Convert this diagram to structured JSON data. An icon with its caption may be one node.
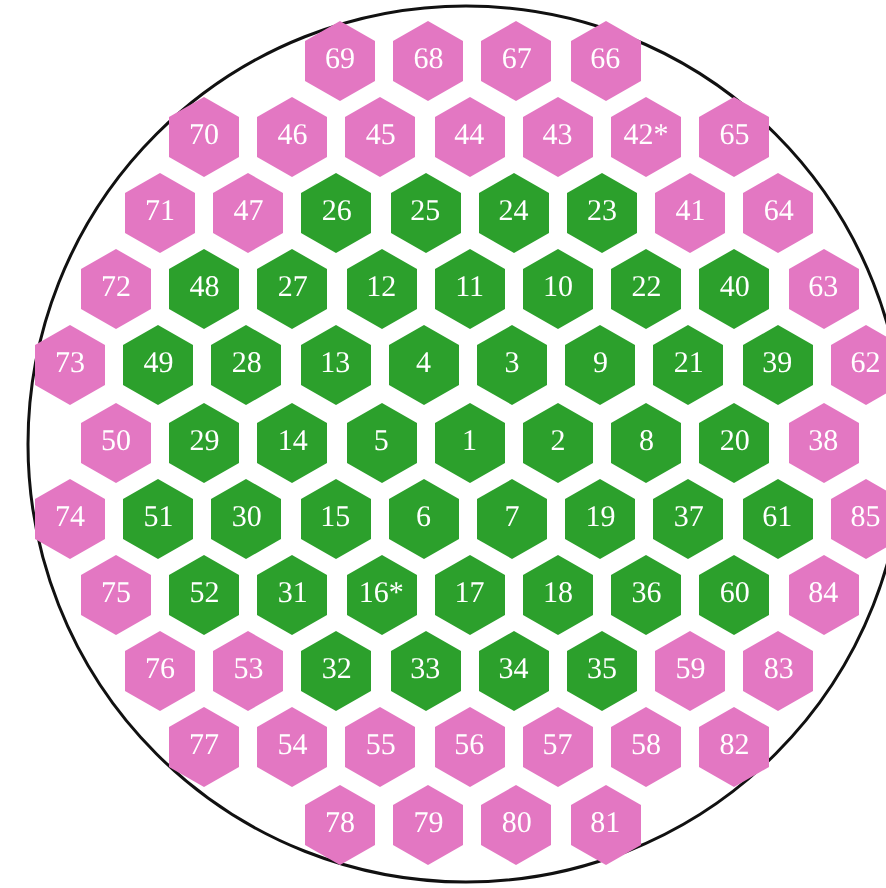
{
  "diagram": {
    "nodes": [
      {
        "text": [
          "69"
        ]
      },
      {
        "text": [
          "68"
        ]
      },
      {
        "text": [
          "67"
        ]
      },
      {
        "text": [
          "66"
        ]
      },
      {
        "text": [
          "70"
        ]
      },
      {
        "text": [
          "46"
        ]
      },
      {
        "text": [
          "45"
        ]
      },
      {
        "text": [
          "44"
        ]
      },
      {
        "text": [
          "43"
        ]
      },
      {
        "text": [
          "42*"
        ]
      },
      {
        "text": [
          "65"
        ]
      },
      {
        "text": [
          "71"
        ]
      },
      {
        "text": [
          "47"
        ]
      },
      {
        "text": [
          "26"
        ]
      },
      {
        "text": [
          "25"
        ]
      },
      {
        "text": [
          "24"
        ]
      },
      {
        "text": [
          "23"
        ]
      },
      {
        "text": [
          "41"
        ]
      },
      {
        "text": [
          "64"
        ]
      },
      {
        "text": [
          "72"
        ]
      },
      {
        "text": [
          "48"
        ]
      },
      {
        "text": [
          "27"
        ]
      },
      {
        "text": [
          "12"
        ]
      },
      {
        "text": [
          "11"
        ]
      },
      {
        "text": [
          "10"
        ]
      },
      {
        "text": [
          "22"
        ]
      },
      {
        "text": [
          "40"
        ]
      },
      {
        "text": [
          "63"
        ]
      },
      {
        "text": [
          "73"
        ]
      },
      {
        "text": [
          "49"
        ]
      },
      {
        "text": [
          "28"
        ]
      },
      {
        "text": [
          "13"
        ]
      },
      {
        "text": [
          "4"
        ]
      },
      {
        "text": [
          "3"
        ]
      },
      {
        "text": [
          "9"
        ]
      },
      {
        "text": [
          "21"
        ]
      },
      {
        "text": [
          "39"
        ]
      },
      {
        "text": [
          "62"
        ]
      },
      {
        "text": [
          "50"
        ]
      },
      {
        "text": [
          "29"
        ]
      },
      {
        "text": [
          "14"
        ]
      },
      {
        "text": [
          "5"
        ]
      },
      {
        "text": [
          "1"
        ]
      },
      {
        "text": [
          "2"
        ]
      },
      {
        "text": [
          "8"
        ]
      },
      {
        "text": [
          "20"
        ]
      },
      {
        "text": [
          "38"
        ]
      },
      {
        "text": [
          "74"
        ]
      },
      {
        "text": [
          "51"
        ]
      },
      {
        "text": [
          "30"
        ]
      },
      {
        "text": [
          "15"
        ]
      },
      {
        "text": [
          "6"
        ]
      },
      {
        "text": [
          "7"
        ]
      },
      {
        "text": [
          "19"
        ]
      },
      {
        "text": [
          "37"
        ]
      },
      {
        "text": [
          "61"
        ]
      },
      {
        "text": [
          "85"
        ]
      },
      {
        "text": [
          "75"
        ]
      },
      {
        "text": [
          "52"
        ]
      },
      {
        "text": [
          "31"
        ]
      },
      {
        "text": [
          "16*"
        ]
      },
      {
        "text": [
          "17"
        ]
      },
      {
        "text": [
          "18"
        ]
      },
      {
        "text": [
          "36"
        ]
      },
      {
        "text": [
          "60"
        ]
      },
      {
        "text": [
          "84"
        ]
      },
      {
        "text": [
          "76"
        ]
      },
      {
        "text": [
          "53"
        ]
      },
      {
        "text": [
          "32"
        ]
      },
      {
        "text": [
          "33"
        ]
      },
      {
        "text": [
          "34"
        ]
      },
      {
        "text": [
          "35"
        ]
      },
      {
        "text": [
          "59"
        ]
      },
      {
        "text": [
          "83"
        ]
      },
      {
        "text": [
          "77"
        ]
      },
      {
        "text": [
          "54"
        ]
      },
      {
        "text": [
          "55"
        ]
      },
      {
        "text": [
          "56"
        ]
      },
      {
        "text": [
          "57"
        ]
      },
      {
        "text": [
          "58"
        ]
      },
      {
        "text": [
          "82"
        ]
      },
      {
        "text": [
          "78"
        ]
      },
      {
        "text": [
          "79"
        ]
      },
      {
        "text": [
          "80"
        ]
      },
      {
        "text": [
          "81"
        ]
      }
    ]
  }
}
